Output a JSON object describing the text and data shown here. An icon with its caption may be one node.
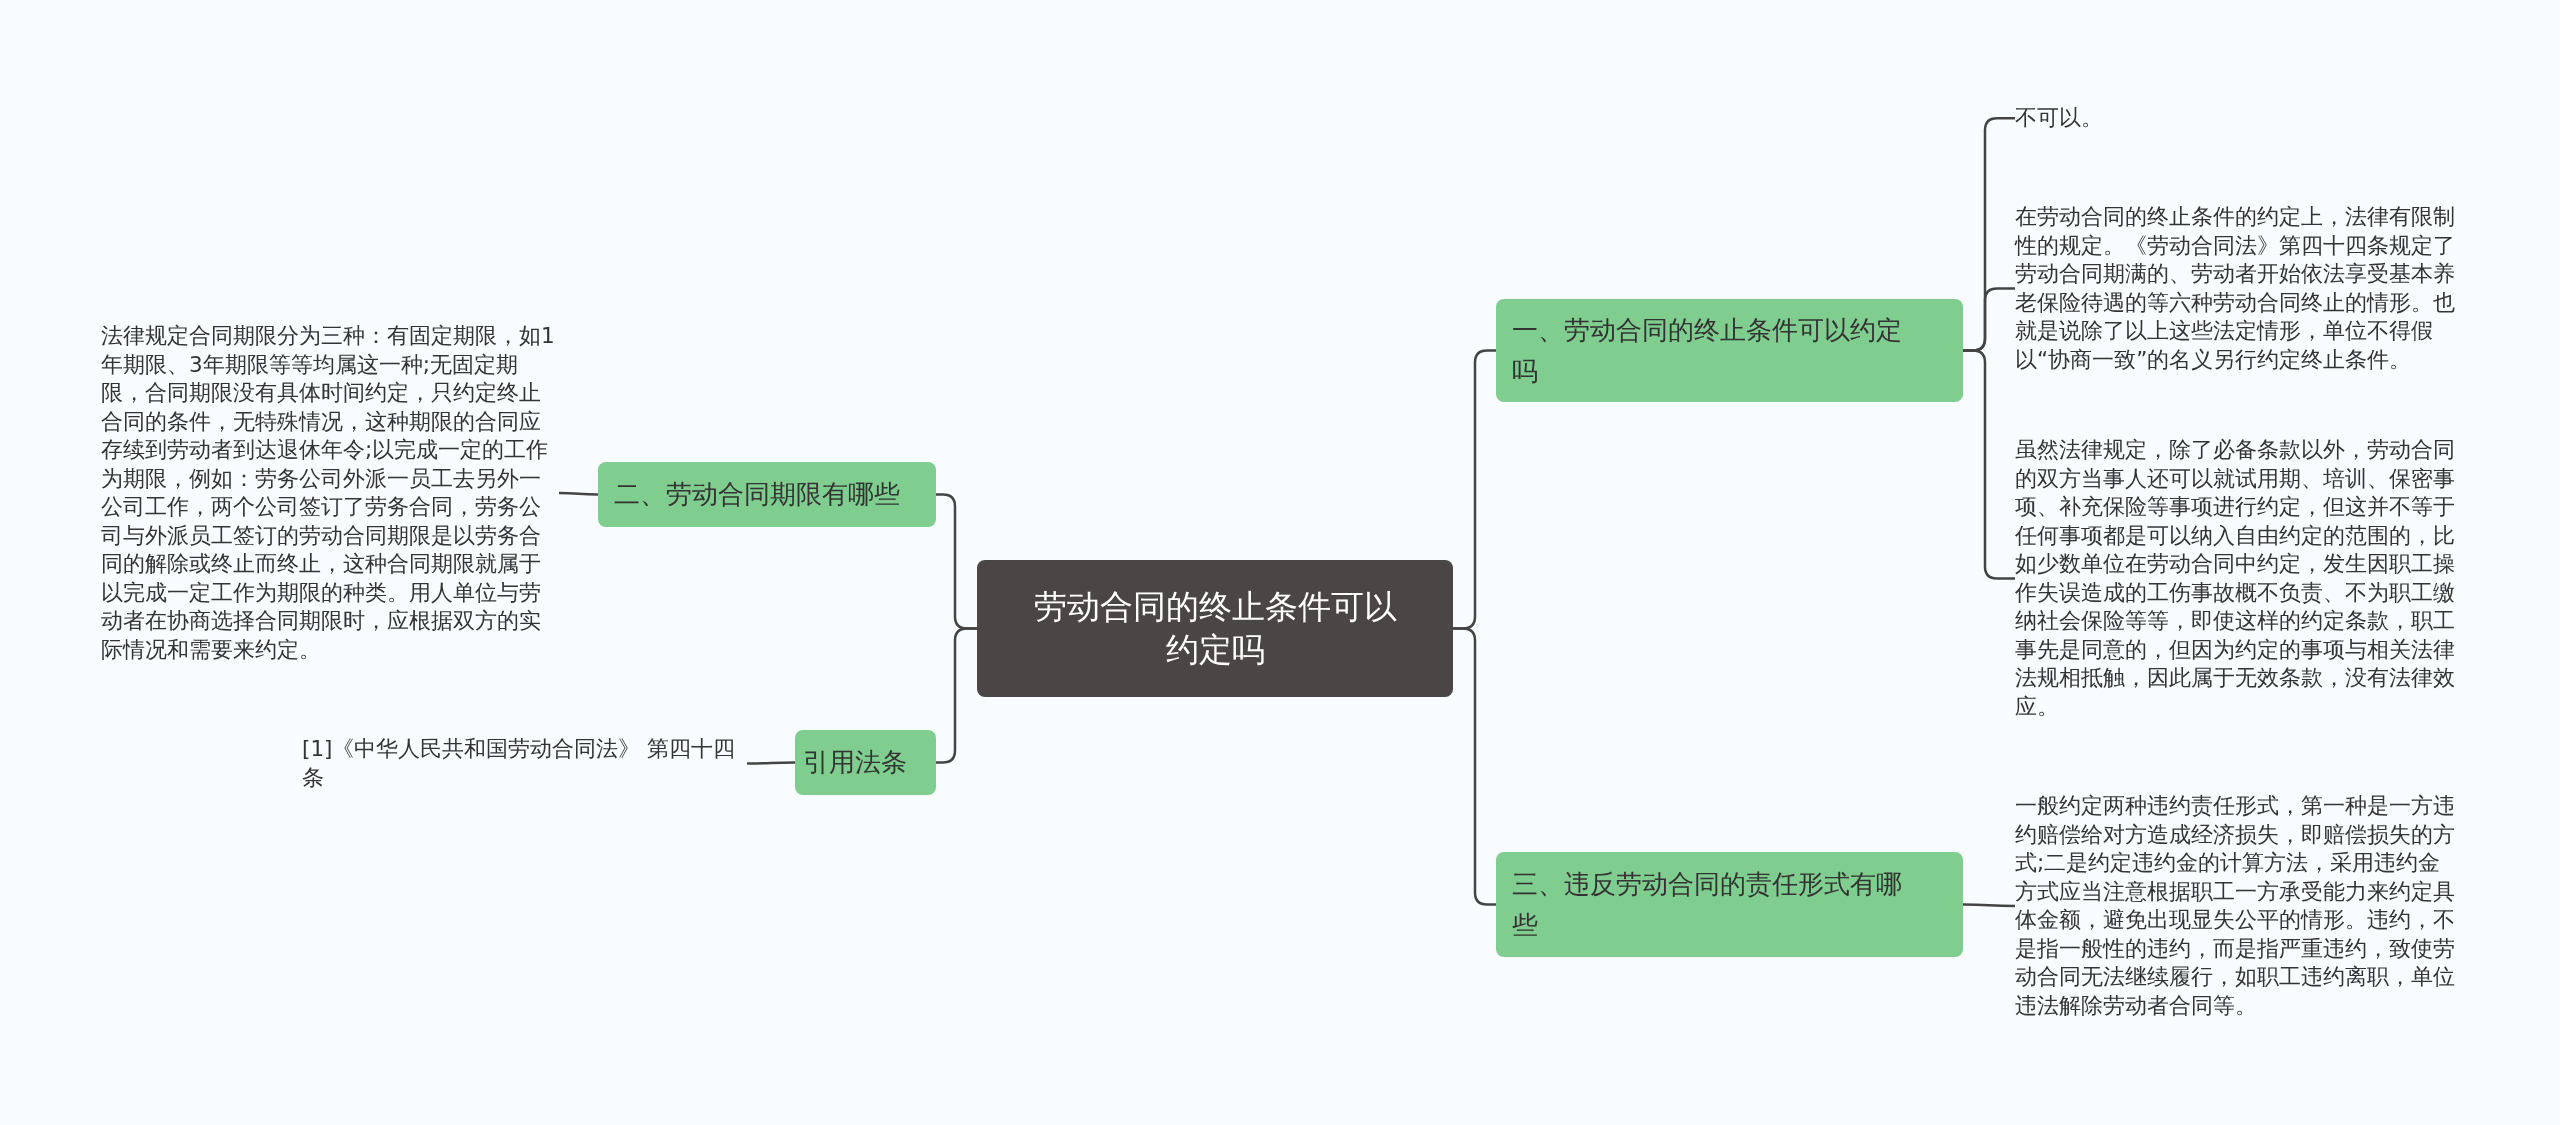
{
  "diagram": {
    "nodes": [
      {
        "text": [
          "劳动合同的终止条件可以约定吗"
        ]
      },
      {
        "text": [
          "一、劳动合同的终止条件可以约定吗"
        ]
      },
      {
        "text": [
          "不可以。"
        ]
      },
      {
        "text": [
          "在劳动合同的终止条件的约定上，法律有限制性的规定。《劳动合同法》第四十四条规定了劳动合同期满的、劳动者开始依法享受基本养老保险待遇的等六种劳动合同终止的情形。也就是说除了以上这些法定情形，单位不得假以“协商一致”的名义另行约定终止条件。"
        ]
      },
      {
        "text": [
          "虽然法律规定，除了必备条款以外，劳动合同的双方当事人还可以就试用期、培训、保密事项、补充保险等事项进行约定，但这并不等于任何事项都是可以纳入自由约定的范围的，比如少数单位在劳动合同中约定，发生因职工操作失误造成的工伤事故概不负责、不为职工缴纳社会保险等等，即使这样的约定条款，职工事先是同意的，但因为约定的事项与相关法律法规相抵触，因此属于无效条款，没有法律效应。"
        ]
      },
      {
        "text": [
          "三、违反劳动合同的责任形式有哪些"
        ]
      },
      {
        "text": [
          "一般约定两种违约责任形式，第一种是一方违约赔偿给对方造成经济损失，即赔偿损失的方式;二是约定违约金的计算方法，采用违约金方式应当注意根据职工一方承受能力来约定具体金额，避免出现显失公平的情形。违约，不是指一般性的违约，而是指严重违约，致使劳动合同无法继续履行，如职工违约离职，单位违法解除劳动者合同等。"
        ]
      },
      {
        "text": [
          "二、劳动合同期限有哪些"
        ]
      },
      {
        "text": [
          "法律规定合同期限分为三种：有固定期限，如1年期限、3年期限等等均属这一种;无固定期限，合同期限没有具体时间约定，只约定终止合同的条件，无特殊情况，这种期限的合同应存续到劳动者到达退休年令;以完成一定的工作为期限，例如：劳务公司外派一员工去另外一公司工作，两个公司签订了劳务合同，劳务公司与外派员工签订的劳动合同期限是以劳务合同的解除或终止而终止，这种合同期限就属于以完成一定工作为期限的种类。用人单位与劳动者在协商选择合同期限时，应根据双方的实际情况和需要来约定。"
        ]
      },
      {
        "text": [
          "引用法条"
        ]
      },
      {
        "text": [
          "[1]《中华人民共和国劳动合同法》 第四十四条"
        ]
      }
    ],
    "edges": [
      {
        "from": 0,
        "to": 1,
        "arrow": "none"
      },
      {
        "from": 1,
        "to": 2,
        "arrow": "none"
      },
      {
        "from": 1,
        "to": 3,
        "arrow": "none"
      },
      {
        "from": 1,
        "to": 4,
        "arrow": "none"
      },
      {
        "from": 0,
        "to": 5,
        "arrow": "none"
      },
      {
        "from": 5,
        "to": 6,
        "arrow": "none"
      },
      {
        "from": 0,
        "to": 7,
        "arrow": "none"
      },
      {
        "from": 7,
        "to": 8,
        "arrow": "none"
      },
      {
        "from": 0,
        "to": 9,
        "arrow": "none"
      },
      {
        "from": 9,
        "to": 10,
        "arrow": "none"
      }
    ]
  }
}
